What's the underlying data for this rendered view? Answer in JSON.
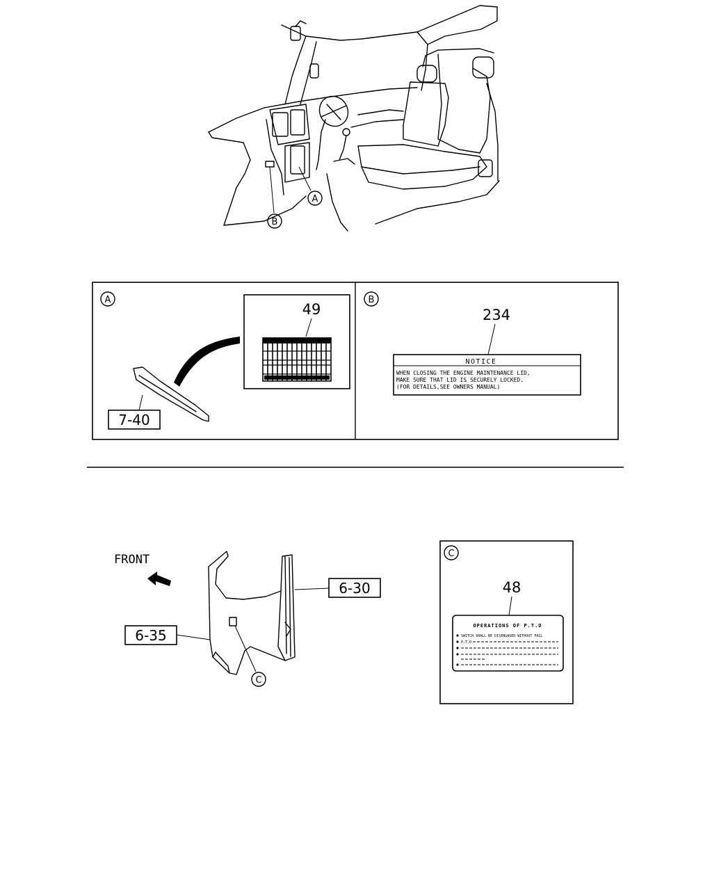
{
  "callouts": {
    "a": "A",
    "b": "B",
    "c": "C"
  },
  "panel_a": {
    "part_number": "49",
    "ref": "7-40"
  },
  "panel_b": {
    "part_number": "234",
    "label_title": "NOTICE",
    "label_lines": [
      "WHEN CLOSING THE ENGINE MAINTENANCE LID,",
      "MAKE SURE THAT LID IS SECURELY LOCKED.",
      "(FOR DETAILS,SEE OWNERS MANUAL)"
    ]
  },
  "lower": {
    "front_label": "FRONT",
    "ref_right": "6-30",
    "ref_left": "6-35"
  },
  "panel_c": {
    "part_number": "48",
    "label_title": "OPERATIONS OF P.T.O",
    "label_line1": "SWITCH SHALL BE DISENGAGED WITHOUT FAIL",
    "label_line2": "P.T.O"
  }
}
